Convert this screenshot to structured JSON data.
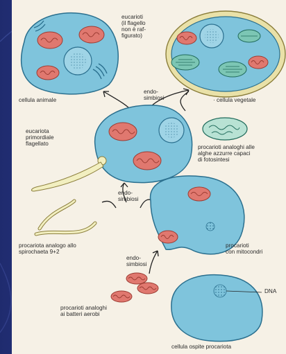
{
  "labels": {
    "eucarioti": "eucarioti\n(il flagello\nnon è raf-\nfigurato)",
    "cellula_animale": "cellula animale",
    "endosimbiosi_top": "endo-\nsimbiosi",
    "cellula_vegetale": "· cellula vegetale",
    "eucariota_primordiale": "eucariota\nprimordiale\nflagellato",
    "procarioti_alghe": "procarioti analoghi alle\nalghe azzurre capaci\ndi fotosintesi",
    "endosimbiosi_mid": "endo-\nsimbiosi",
    "procariota_spirochaeta": "procariota analogo allo\nspirochaeta 9+2",
    "procarioti_mitocondri": "procarioti\ncon mitocondri",
    "endosimbiosi_low": "endo-\nsimbiosi",
    "dna": "DNA",
    "procarioti_batteri": "procarioti analoghi\nai batteri aerobi",
    "cellula_ospite": "cellula ospite procariota"
  },
  "colors": {
    "background": "#23307a",
    "paper": "#f6f1e6",
    "cell_fill": "#7fc4dc",
    "cell_stroke": "#2a6f8e",
    "mito_fill": "#e0786f",
    "plant_wall": "#e9e1a8",
    "chloroplast": "#7cc6b4"
  }
}
